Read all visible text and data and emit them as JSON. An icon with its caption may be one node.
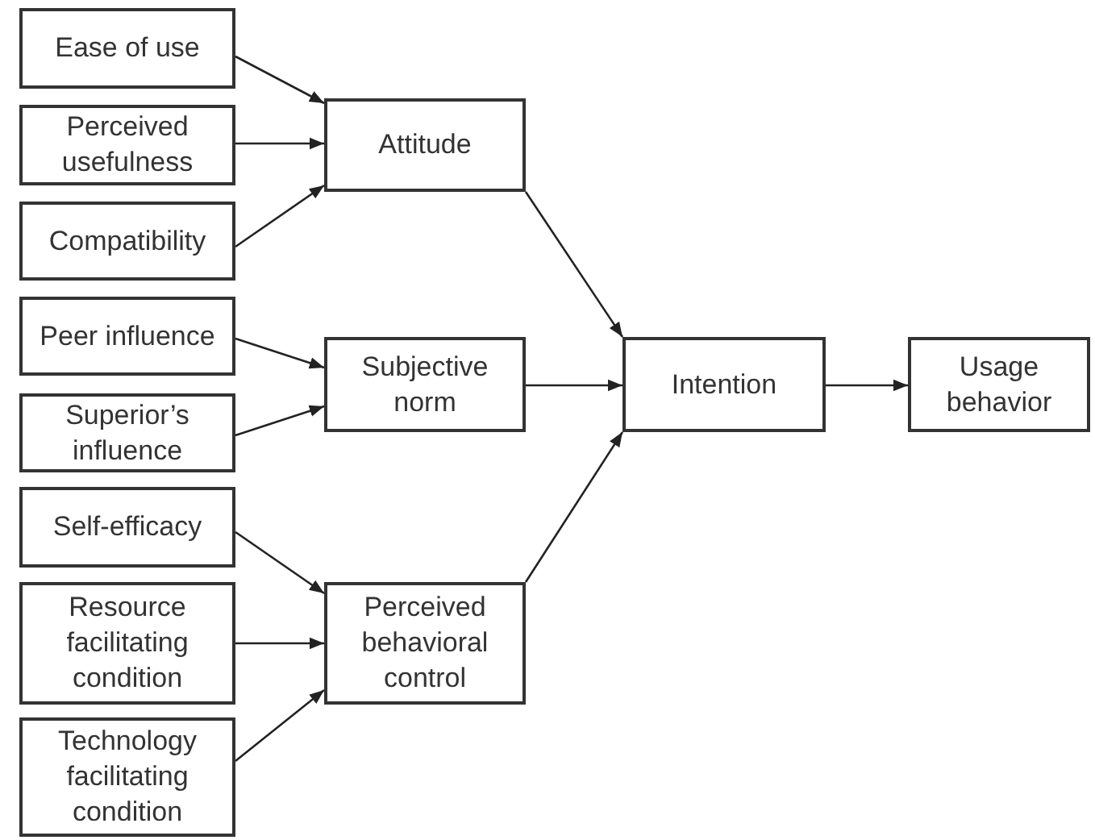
{
  "diagram": {
    "nodes": [
      {
        "text": [
          "Ease of use"
        ]
      },
      {
        "text": [
          "Perceived usefulness"
        ]
      },
      {
        "text": [
          "Compatibility"
        ]
      },
      {
        "text": [
          "Attitude"
        ]
      },
      {
        "text": [
          "Peer influence"
        ]
      },
      {
        "text": [
          "Superior’s influence"
        ]
      },
      {
        "text": [
          "Subjective norm"
        ]
      },
      {
        "text": [
          "Self-efficacy"
        ]
      },
      {
        "text": [
          "Resource facilitating condition"
        ]
      },
      {
        "text": [
          "Technology facilitating condition"
        ]
      },
      {
        "text": [
          "Perceived behavioral control"
        ]
      },
      {
        "text": [
          "Intention"
        ]
      },
      {
        "text": [
          "Usage behavior"
        ]
      }
    ],
    "edges": [
      {
        "from": 0,
        "to": 3,
        "arrow": "to"
      },
      {
        "from": 1,
        "to": 3,
        "arrow": "to"
      },
      {
        "from": 2,
        "to": 3,
        "arrow": "to"
      },
      {
        "from": 4,
        "to": 6,
        "arrow": "to"
      },
      {
        "from": 5,
        "to": 6,
        "arrow": "to"
      },
      {
        "from": 7,
        "to": 10,
        "arrow": "to"
      },
      {
        "from": 8,
        "to": 10,
        "arrow": "to"
      },
      {
        "from": 9,
        "to": 10,
        "arrow": "to"
      },
      {
        "from": 3,
        "to": 11,
        "arrow": "to"
      },
      {
        "from": 6,
        "to": 11,
        "arrow": "to"
      },
      {
        "from": 10,
        "to": 11,
        "arrow": "to"
      },
      {
        "from": 11,
        "to": 12,
        "arrow": "to"
      }
    ]
  }
}
